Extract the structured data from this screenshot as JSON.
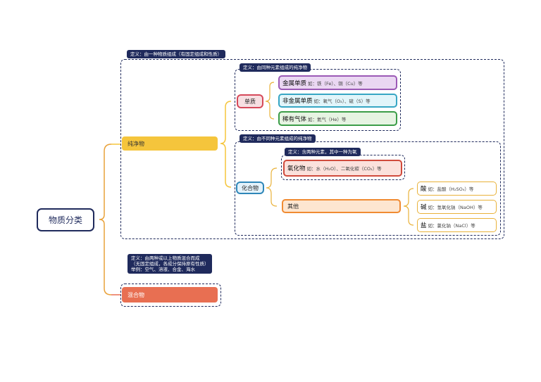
{
  "root": {
    "label": "物质分类"
  },
  "pure": {
    "label": "纯净物",
    "definition": "定义：由一种物质组成（有固定组成和性质）"
  },
  "mixture": {
    "label": "混合物",
    "definition": "定义：由两种或以上物质混合而成（无固定组成，各成分保持原有性质）",
    "examples": "举例：空气、溶液、合金、海水"
  },
  "elemental": {
    "label": "单质",
    "definition": "定义：由同种元素组成的纯净物",
    "items": [
      {
        "name": "金属单质",
        "desc": "如：铁（Fe）、铜（Cu）等"
      },
      {
        "name": "非金属单质",
        "desc": "如：氧气（O₂）、硫（S）等"
      },
      {
        "name": "稀有气体",
        "desc": "如：氦气（He）等"
      }
    ]
  },
  "compound": {
    "label": "化合物",
    "definition": "定义：由不同种元素组成的纯净物",
    "oxide": {
      "definition": "定义：含两种元素，其中一种为氧",
      "name": "氧化物",
      "desc": "如：水（H₂O）、二氧化碳（CO₂）等"
    },
    "other": {
      "label": "其他"
    },
    "other_items": [
      {
        "name": "酸",
        "desc": "如：盐酸（H₂SO₄）等"
      },
      {
        "name": "碱",
        "desc": "如：氢氧化钠（NaOH）等"
      },
      {
        "name": "盐",
        "desc": "如：氯化钠（NaCl）等"
      }
    ]
  },
  "colors": {
    "navy": "#1f2a5c",
    "pure": "#f5c53c",
    "mixture": "#e86f52",
    "elemental": "#d6495a",
    "compound": "#2e86b8"
  }
}
